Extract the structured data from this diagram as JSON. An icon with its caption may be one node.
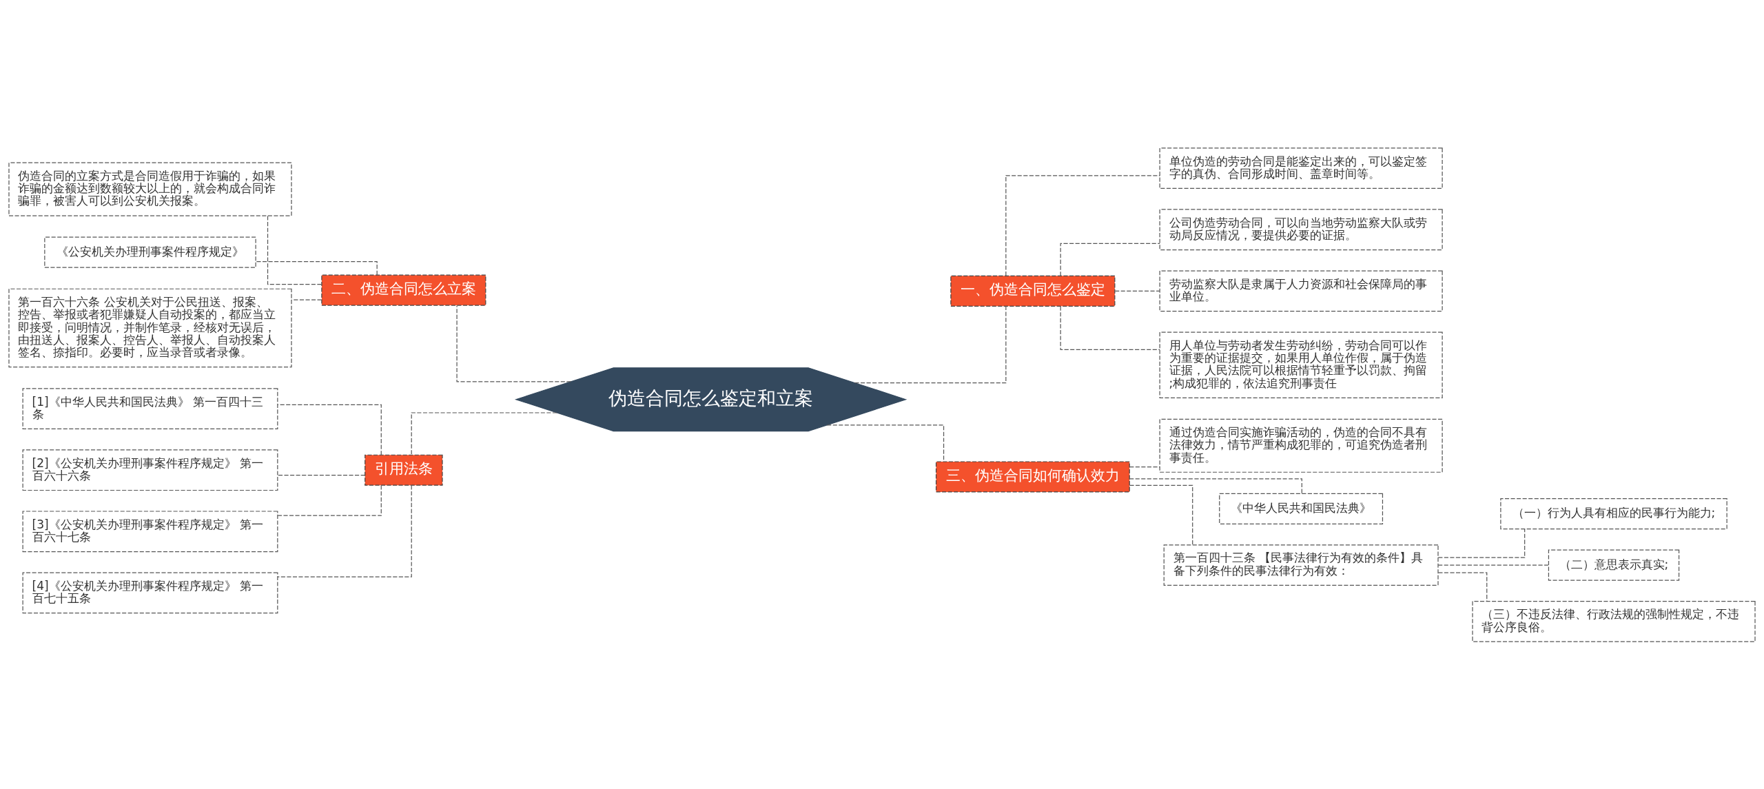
{
  "diagram": {
    "nodes": [
      {
        "text": [
          "伪造合同怎么鉴定和立案"
        ]
      },
      {
        "text": [
          "二、伪造合同怎么立案"
        ]
      },
      {
        "text": [
          "伪造合同的立案方式是合同造假用于诈骗的，如果诈骗的金额达到数额较大以上的，就会构成合同诈骗罪，被害人可以到公安机关报案。"
        ]
      },
      {
        "text": [
          "《公安机关办理刑事案件程序规定》"
        ]
      },
      {
        "text": [
          "第一百六十六条 公安机关对于公民扭送、报案、控告、举报或者犯罪嫌疑人自动投案的，都应当立即接受，问明情况，并制作笔录，经核对无误后，由扭送人、报案人、控告人、举报人、自动投案人签名、捺指印。必要时，应当录音或者录像。"
        ]
      },
      {
        "text": [
          "引用法条"
        ]
      },
      {
        "text": [
          "[1]《中华人民共和国民法典》 第一百四十三条"
        ]
      },
      {
        "text": [
          "[2]《公安机关办理刑事案件程序规定》 第一百六十六条"
        ]
      },
      {
        "text": [
          "[3]《公安机关办理刑事案件程序规定》 第一百六十七条"
        ]
      },
      {
        "text": [
          "[4]《公安机关办理刑事案件程序规定》 第一百七十五条"
        ]
      },
      {
        "text": [
          "一、伪造合同怎么鉴定"
        ]
      },
      {
        "text": [
          "单位伪造的劳动合同是能鉴定出来的，可以鉴定签字的真伪、合同形成时间、盖章时间等。"
        ]
      },
      {
        "text": [
          "公司伪造劳动合同，可以向当地劳动监察大队或劳动局反应情况，要提供必要的证据。"
        ]
      },
      {
        "text": [
          "劳动监察大队是隶属于人力资源和社会保障局的事业单位。"
        ]
      },
      {
        "text": [
          "用人单位与劳动者发生劳动纠纷，劳动合同可以作为重要的证据提交，如果用人单位作假，属于伪造证据，人民法院可以根据情节轻重予以罚款、拘留;构成犯罪的，依法追究刑事责任"
        ]
      },
      {
        "text": [
          "三、伪造合同如何确认效力"
        ]
      },
      {
        "text": [
          "通过伪造合同实施诈骗活动的，伪造的合同不具有法律效力，情节严重构成犯罪的，可追究伪造者刑事责任。"
        ]
      },
      {
        "text": [
          "《中华人民共和国民法典》"
        ]
      },
      {
        "text": [
          "第一百四十三条 【民事法律行为有效的条件】具备下列条件的民事法律行为有效："
        ]
      },
      {
        "text": [
          "（一）行为人具有相应的民事行为能力;"
        ]
      },
      {
        "text": [
          "（二）意思表示真实;"
        ]
      },
      {
        "text": [
          "（三）不违反法律、行政法规的强制性规定，不违背公序良俗。"
        ]
      }
    ],
    "edges": [
      {
        "from": 0,
        "to": 1,
        "arrow": "none",
        "style": "dashed"
      },
      {
        "from": 1,
        "to": 2,
        "arrow": "none",
        "style": "dashed"
      },
      {
        "from": 1,
        "to": 3,
        "arrow": "none",
        "style": "dashed"
      },
      {
        "from": 1,
        "to": 4,
        "arrow": "none",
        "style": "dashed"
      },
      {
        "from": 0,
        "to": 5,
        "arrow": "none",
        "style": "dashed"
      },
      {
        "from": 5,
        "to": 6,
        "arrow": "none",
        "style": "dashed"
      },
      {
        "from": 5,
        "to": 7,
        "arrow": "none",
        "style": "dashed"
      },
      {
        "from": 5,
        "to": 8,
        "arrow": "none",
        "style": "dashed"
      },
      {
        "from": 5,
        "to": 9,
        "arrow": "none",
        "style": "dashed"
      },
      {
        "from": 0,
        "to": 10,
        "arrow": "none",
        "style": "dashed"
      },
      {
        "from": 10,
        "to": 11,
        "arrow": "none",
        "style": "dashed"
      },
      {
        "from": 10,
        "to": 12,
        "arrow": "none",
        "style": "dashed"
      },
      {
        "from": 10,
        "to": 13,
        "arrow": "none",
        "style": "dashed"
      },
      {
        "from": 10,
        "to": 14,
        "arrow": "none",
        "style": "dashed"
      },
      {
        "from": 0,
        "to": 15,
        "arrow": "none",
        "style": "dashed"
      },
      {
        "from": 15,
        "to": 16,
        "arrow": "none",
        "style": "dashed"
      },
      {
        "from": 15,
        "to": 17,
        "arrow": "none",
        "style": "dashed"
      },
      {
        "from": 15,
        "to": 18,
        "arrow": "none",
        "style": "dashed"
      },
      {
        "from": 18,
        "to": 19,
        "arrow": "none",
        "style": "dashed"
      },
      {
        "from": 18,
        "to": 20,
        "arrow": "none",
        "style": "dashed"
      },
      {
        "from": 18,
        "to": 21,
        "arrow": "none",
        "style": "dashed"
      }
    ]
  }
}
